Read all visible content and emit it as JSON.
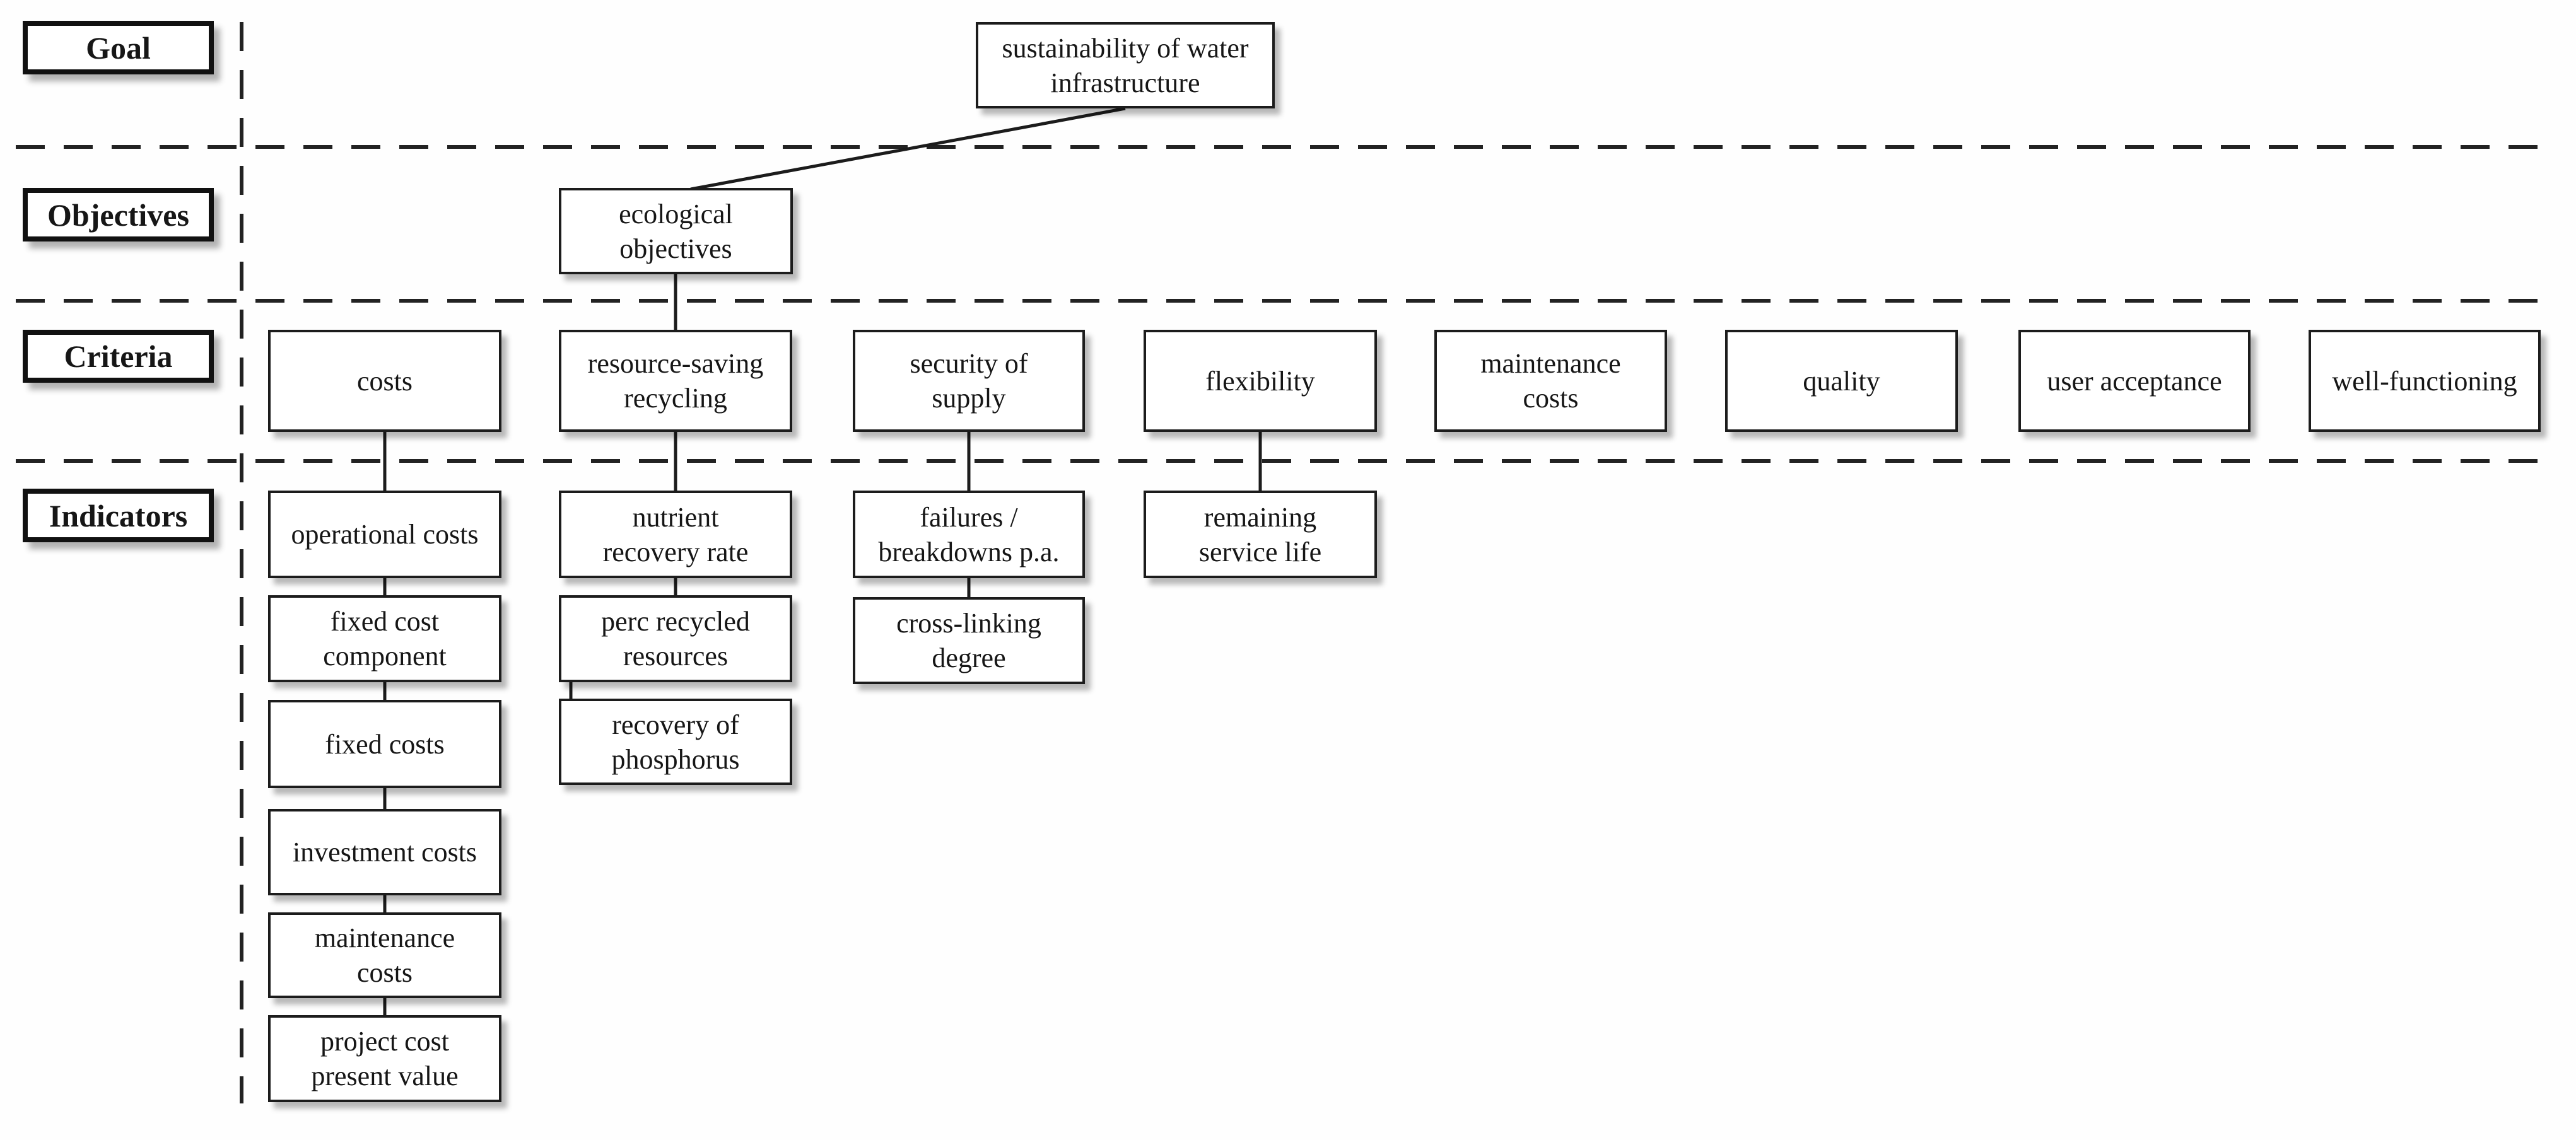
{
  "row_labels": {
    "goal": "Goal",
    "objectives": "Objectives",
    "criteria": "Criteria",
    "indicators": "Indicators"
  },
  "goal": {
    "label": "sustainability of water\ninfrastructure"
  },
  "objectives": [
    {
      "label": "ecological\nobjectives"
    }
  ],
  "criteria": [
    {
      "label": "costs"
    },
    {
      "label": "resource-saving\nrecycling"
    },
    {
      "label": "security of\nsupply"
    },
    {
      "label": "flexibility"
    },
    {
      "label": "maintenance\ncosts"
    },
    {
      "label": "quality"
    },
    {
      "label": "user acceptance"
    },
    {
      "label": "well-functioning"
    }
  ],
  "indicators": {
    "costs": [
      "operational costs",
      "fixed cost\ncomponent",
      "fixed costs",
      "investment costs",
      "maintenance\ncosts",
      "project cost\npresent value"
    ],
    "recycling": [
      "nutrient\nrecovery rate",
      "perc recycled\nresources",
      "recovery of\nphosphorus"
    ],
    "supply": [
      "failures /\nbreakdowns p.a.",
      "cross-linking\ndegree"
    ],
    "flexibility": [
      "remaining\nservice life"
    ]
  },
  "colors": {
    "ink": "#1c1c1c",
    "background": "#ffffff"
  }
}
